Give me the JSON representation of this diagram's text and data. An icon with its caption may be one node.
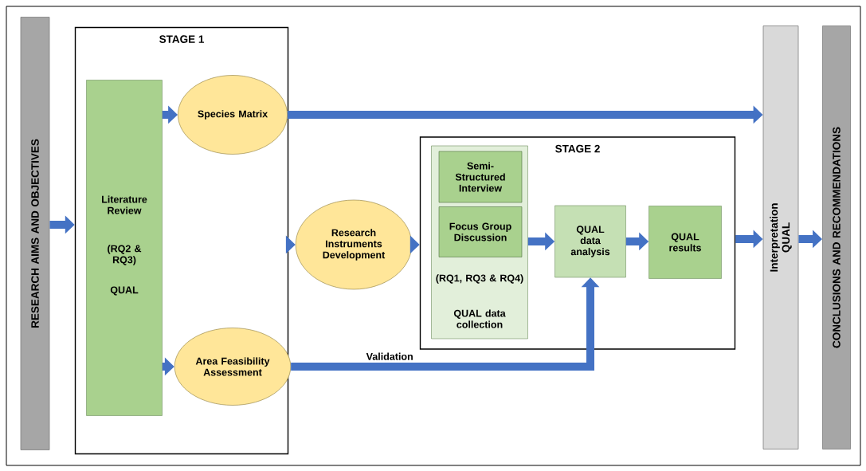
{
  "diagram": {
    "nodes": [
      {
        "text": [
          "RESEARCH AIMS AND OBJECTIVES"
        ]
      },
      {
        "text": [
          "STAGE 1"
        ]
      },
      {
        "text": [
          "Literature Review",
          "(RQ2 & RQ3)",
          "QUAL"
        ],
        "in": 1
      },
      {
        "text": [
          "Species Matrix"
        ],
        "in": 1
      },
      {
        "text": [
          "Area Feasibility Assessment"
        ],
        "in": 1
      },
      {
        "text": [
          "Research Instruments Development"
        ]
      },
      {
        "text": [
          "STAGE 2"
        ]
      },
      {
        "text": [
          "(RQ1, RQ3 & RQ4)",
          "QUAL data collection"
        ],
        "in": 6
      },
      {
        "text": [
          "Semi-Structured Interview"
        ],
        "in": 7
      },
      {
        "text": [
          "Focus Group Discussion"
        ],
        "in": 7
      },
      {
        "text": [
          "QUAL data analysis"
        ],
        "in": 6
      },
      {
        "text": [
          "QUAL results"
        ],
        "in": 6
      },
      {
        "text": [
          "Interpretation QUAL"
        ]
      },
      {
        "text": [
          "CONCLUSIONS AND RECOMMENDATIONS"
        ]
      }
    ],
    "edges": [
      {
        "from": 0,
        "to": 1,
        "arrow": "to"
      },
      {
        "from": 2,
        "to": 3,
        "arrow": "to"
      },
      {
        "from": 2,
        "to": 4,
        "arrow": "to"
      },
      {
        "from": 3,
        "to": 12,
        "arrow": "to"
      },
      {
        "from": 1,
        "to": 5,
        "arrow": "to"
      },
      {
        "from": 5,
        "to": 6,
        "arrow": "to"
      },
      {
        "from": 7,
        "to": 10,
        "arrow": "to"
      },
      {
        "from": 10,
        "to": 11,
        "arrow": "to"
      },
      {
        "from": 6,
        "to": 12,
        "arrow": "to"
      },
      {
        "from": 12,
        "to": 13,
        "arrow": "to"
      },
      {
        "from": 4,
        "to": 10,
        "arrow": "to",
        "label": "Validation"
      }
    ]
  }
}
